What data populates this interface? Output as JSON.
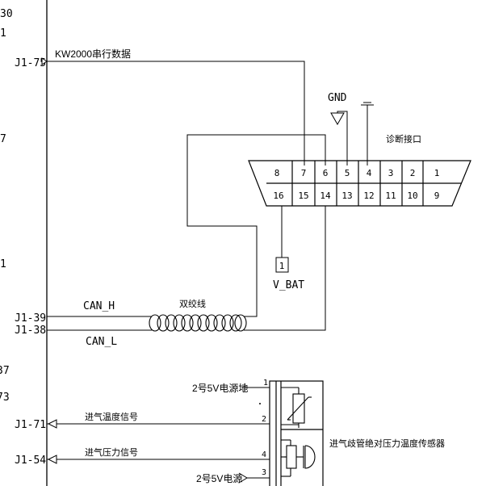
{
  "left_margin_numbers": [
    "30",
    "1",
    "7",
    "1",
    "37",
    "73"
  ],
  "pins": {
    "j1_75": "J1-75",
    "j1_39": "J1-39",
    "j1_38": "J1-38",
    "j1_71": "J1-71",
    "j1_54": "J1-54"
  },
  "signals": {
    "kw2000": "KW2000串行数据",
    "can_h": "CAN_H",
    "can_l": "CAN_L",
    "twisted_pair": "双绞线",
    "intake_temp_signal": "进气温度信号",
    "intake_pressure_signal": "进气压力信号"
  },
  "diag_connector": {
    "label": "诊断接口",
    "gnd_label": "GND",
    "top_row": [
      "8",
      "7",
      "6",
      "5",
      "4",
      "3",
      "2",
      "1"
    ],
    "bottom_row": [
      "16",
      "15",
      "14",
      "13",
      "12",
      "11",
      "10",
      "9"
    ]
  },
  "vbat": {
    "pin": "1",
    "label": "V_BAT"
  },
  "sensor": {
    "label": "进气歧管绝对压力温度传感器",
    "ground_label": "2号5V电源地",
    "power_label": "2号5V电源",
    "pin_numbers": [
      "1",
      "2",
      "4",
      "3"
    ]
  }
}
